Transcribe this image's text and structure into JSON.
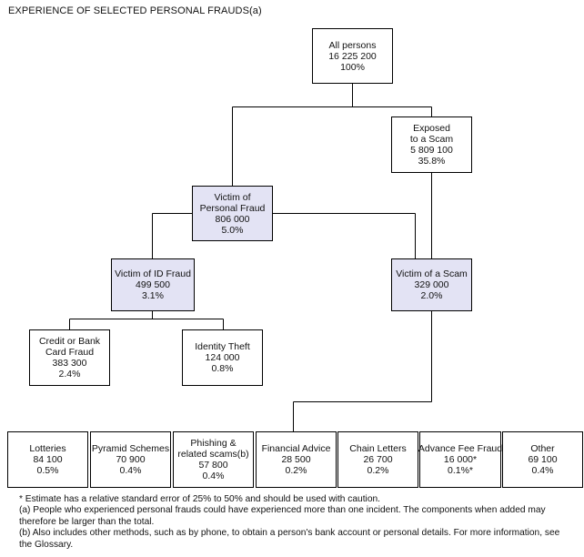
{
  "title": "EXPERIENCE OF SELECTED PERSONAL FRAUDS(a)",
  "nodes": {
    "all": {
      "lines": [
        "All persons",
        "16 225 200",
        "100%"
      ]
    },
    "exposed": {
      "lines": [
        "Exposed",
        "to a Scam",
        "5 809 100",
        "35.8%"
      ]
    },
    "victim_fraud": {
      "lines": [
        "Victim of",
        "Personal Fraud",
        "806 000",
        "5.0%"
      ]
    },
    "victim_id": {
      "lines": [
        "Victim of ID Fraud",
        "499 500",
        "3.1%"
      ]
    },
    "victim_scam": {
      "lines": [
        "Victim of a Scam",
        "329 000",
        "2.0%"
      ]
    },
    "card_fraud": {
      "lines": [
        "Credit or Bank",
        "Card Fraud",
        "383 300",
        "2.4%"
      ]
    },
    "identity_theft": {
      "lines": [
        "Identity Theft",
        "124 000",
        "0.8%"
      ]
    },
    "lotteries": {
      "lines": [
        "Lotteries",
        "84 100",
        "0.5%"
      ]
    },
    "pyramid": {
      "lines": [
        "Pyramid Schemes",
        "70 900",
        "0.4%"
      ]
    },
    "phishing": {
      "lines": [
        "Phishing &",
        "related scams(b)",
        "57 800",
        "0.4%"
      ]
    },
    "financial": {
      "lines": [
        "Financial Advice",
        "28 500",
        "0.2%"
      ]
    },
    "chain": {
      "lines": [
        "Chain Letters",
        "26 700",
        "0.2%"
      ]
    },
    "advance_fee": {
      "lines": [
        "Advance Fee Fraud",
        "16 000*",
        "0.1%*"
      ]
    },
    "other": {
      "lines": [
        "Other",
        "69 100",
        "0.4%"
      ]
    }
  },
  "footnotes": [
    "* Estimate has a relative standard error of 25% to 50% and should be used with caution.",
    "(a) People who experienced personal frauds could have experienced more than one incident. The components when added may therefore be larger than the total.",
    "(b) Also includes other methods, such as by phone, to obtain a person's bank account or personal details. For more information, see the Glossary."
  ]
}
